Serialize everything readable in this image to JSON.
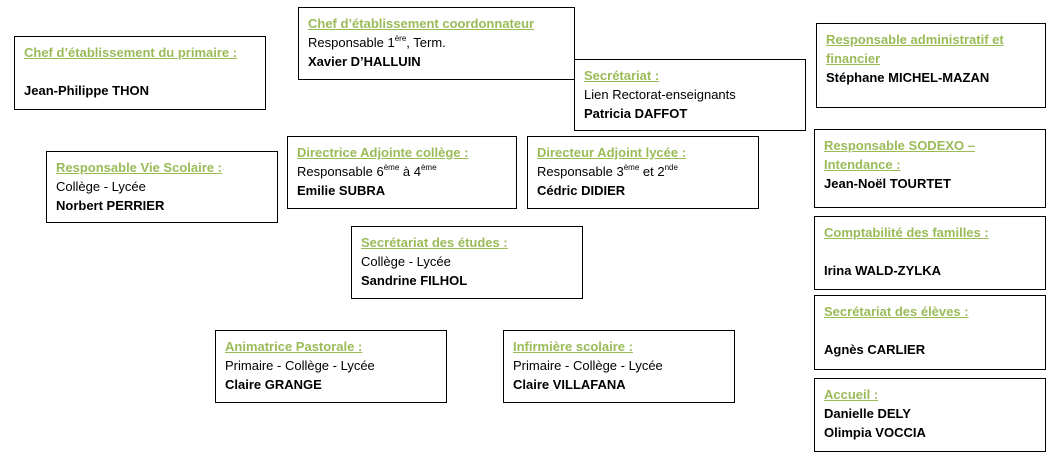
{
  "chef_primaire": {
    "title": "Chef d’établissement du primaire :",
    "name": "Jean-Philippe THON"
  },
  "chef_coordonnateur": {
    "title": "Chef d’établissement coordonnateur",
    "resp_prefix": "Responsable 1",
    "resp_sup": "ère",
    "resp_suffix": ", Term.",
    "name": "Xavier D’HALLUIN"
  },
  "secretariat": {
    "title": "Secrétariat :",
    "line": "Lien Rectorat-enseignants",
    "name": "Patricia DAFFOT"
  },
  "resp_admin": {
    "title": "Responsable administratif et financier",
    "name": "Stéphane MICHEL-MAZAN"
  },
  "vie_scolaire": {
    "title": "Responsable Vie Scolaire :",
    "line": "Collège - Lycée",
    "name": "Norbert PERRIER"
  },
  "adjointe_college": {
    "title": "Directrice Adjointe collège :",
    "resp_prefix": "Responsable 6",
    "sup1": "ème",
    "resp_mid": " à 4",
    "sup2": "ème",
    "name": "Emilie SUBRA"
  },
  "adjoint_lycee": {
    "title": "Directeur Adjoint lycée :",
    "resp_prefix": "Responsable 3",
    "sup1": "ème",
    "resp_mid": " et 2",
    "sup2": "nde",
    "name": "Cédric DIDIER"
  },
  "sodexo": {
    "title": "Responsable SODEXO – Intendance :",
    "name": "Jean-Noël TOURTET"
  },
  "secr_etudes": {
    "title": "Secrétariat des études :",
    "line": "Collège - Lycée",
    "name": "Sandrine FILHOL"
  },
  "compta": {
    "title": "Comptabilité des familles :",
    "name": "Irina WALD-ZYLKA"
  },
  "secr_eleves": {
    "title": "Secrétariat des élèves :",
    "name": "Agnès CARLIER"
  },
  "pastorale": {
    "title": "Animatrice Pastorale :",
    "line": "Primaire - Collège - Lycée",
    "name": "Claire GRANGE"
  },
  "infirmiere": {
    "title": "Infirmière scolaire :",
    "line": "Primaire - Collège - Lycée",
    "name": "Claire VILLAFANA"
  },
  "accueil": {
    "title": "Accueil :",
    "name1": "Danielle DELY",
    "name2": "Olimpia VOCCIA"
  },
  "colors": {
    "title": "#9bbb59",
    "border": "#000000"
  }
}
